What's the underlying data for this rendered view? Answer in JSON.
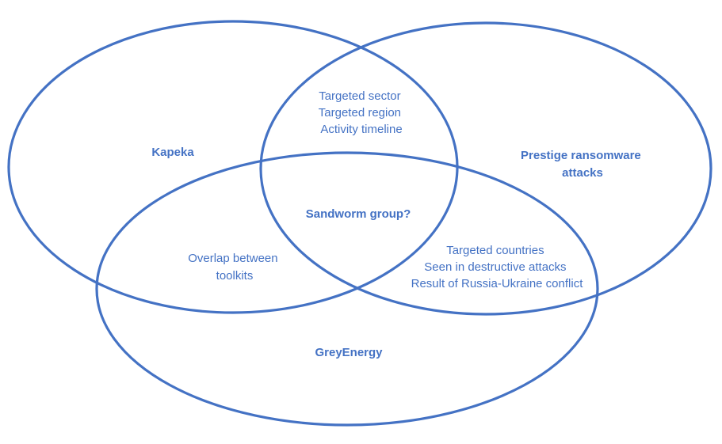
{
  "colors": {
    "stroke": "#4472C4",
    "text": "#4472C4",
    "background": "#ffffff"
  },
  "sets": {
    "kapeka": "Kapeka",
    "prestige": [
      "Prestige ransomware",
      "attacks"
    ],
    "greyenergy": "GreyEnergy"
  },
  "overlaps": {
    "kapeka_prestige": [
      "Targeted sector",
      "Targeted region",
      "Activity timeline"
    ],
    "kapeka_greyenergy": [
      "Overlap between",
      "toolkits"
    ],
    "prestige_greyenergy": [
      "Targeted countries",
      "Seen in destructive attacks",
      "Result of Russia-Ukraine conflict"
    ],
    "center": "Sandworm group?"
  }
}
